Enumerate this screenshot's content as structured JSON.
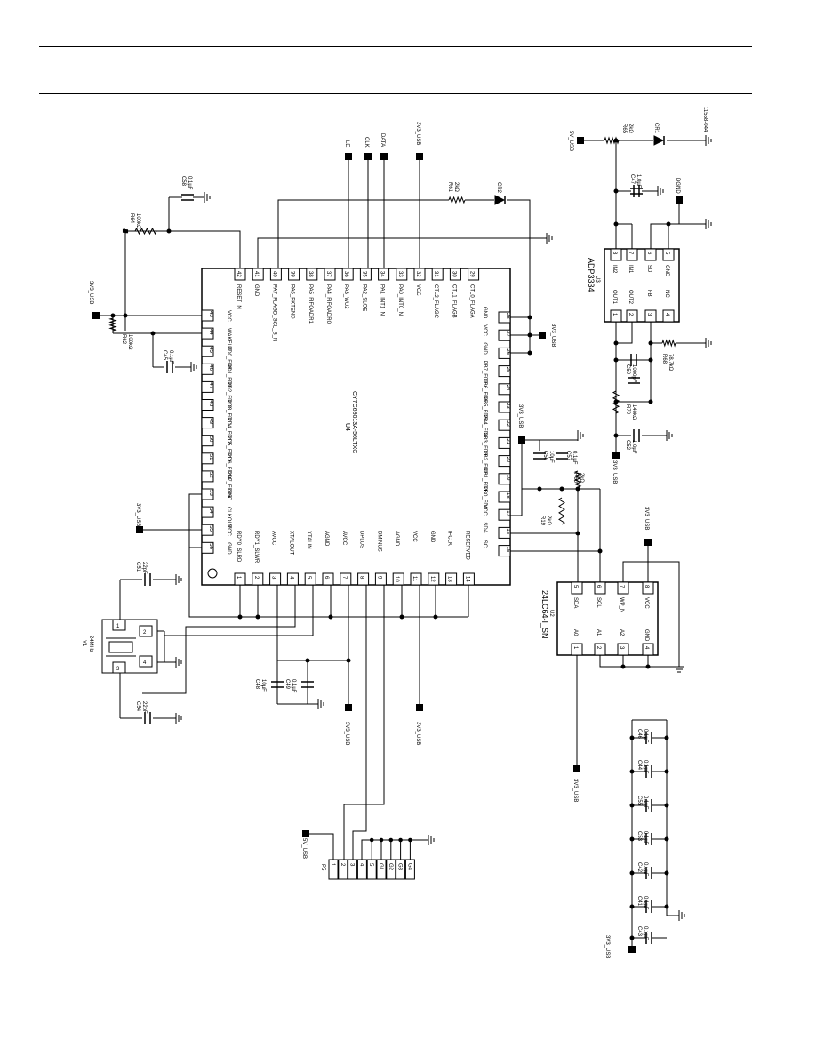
{
  "figure_id": "11558-044",
  "main_ic": {
    "part": "CY7C68013A-56LTXC",
    "ref": "U4",
    "top_pins": [
      {
        "num": "42",
        "name": "RESET_N"
      },
      {
        "num": "41",
        "name": "GND"
      },
      {
        "num": "40",
        "name": "PA7_FLAGD_SCL_S_N"
      },
      {
        "num": "39",
        "name": "PA6_PKTEND"
      },
      {
        "num": "38",
        "name": "PA5_FIFOADR1"
      },
      {
        "num": "37",
        "name": "PA4_FIFOADR0"
      },
      {
        "num": "36",
        "name": "PA3_WU2"
      },
      {
        "num": "35",
        "name": "PA2_SLOE"
      },
      {
        "num": "34",
        "name": "PA1_INT1_N"
      },
      {
        "num": "33",
        "name": "PA0_INT0_N"
      },
      {
        "num": "32",
        "name": "VCC"
      },
      {
        "num": "31",
        "name": "CTL2_FLAGC"
      },
      {
        "num": "30",
        "name": "CTL1_FLAGB"
      },
      {
        "num": "29",
        "name": "CTL0_FLAGA"
      }
    ],
    "left_pins": [
      {
        "num": "43",
        "name": "VCC"
      },
      {
        "num": "44",
        "name": "WAKEUP"
      },
      {
        "num": "45",
        "name": "PD0_FD8"
      },
      {
        "num": "46",
        "name": "PD1_FD9"
      },
      {
        "num": "47",
        "name": "PD2_FD10"
      },
      {
        "num": "48",
        "name": "PD3_FD11"
      },
      {
        "num": "49",
        "name": "PD4_FD12"
      },
      {
        "num": "50",
        "name": "PD5_FD13"
      },
      {
        "num": "51",
        "name": "PD6_FD14"
      },
      {
        "num": "52",
        "name": "PD7_FD15"
      },
      {
        "num": "53",
        "name": "GND"
      },
      {
        "num": "54",
        "name": "CLKOUT"
      },
      {
        "num": "55",
        "name": "VCC"
      },
      {
        "num": "56",
        "name": "GND"
      }
    ],
    "right_pins": [
      {
        "num": "28",
        "name": "GND"
      },
      {
        "num": "27",
        "name": "VCC"
      },
      {
        "num": "26",
        "name": "GND"
      },
      {
        "num": "25",
        "name": "PB7_FD7"
      },
      {
        "num": "24",
        "name": "PB6_FD6"
      },
      {
        "num": "23",
        "name": "PB5_FD5"
      },
      {
        "num": "22",
        "name": "PB4_FD4"
      },
      {
        "num": "21",
        "name": "PB3_FD3"
      },
      {
        "num": "20",
        "name": "PB2_FD2"
      },
      {
        "num": "19",
        "name": "PB1_FD1"
      },
      {
        "num": "18",
        "name": "PB0_FD0"
      },
      {
        "num": "17",
        "name": "VCC"
      },
      {
        "num": "16",
        "name": "SDA"
      },
      {
        "num": "15",
        "name": "SCL"
      }
    ],
    "bottom_pins": [
      {
        "num": "1",
        "name": "RDY0_SLRD"
      },
      {
        "num": "2",
        "name": "RDY1_SLWR"
      },
      {
        "num": "3",
        "name": "AVCC"
      },
      {
        "num": "4",
        "name": "XTALOUT"
      },
      {
        "num": "5",
        "name": "XTALIN"
      },
      {
        "num": "6",
        "name": "AGND"
      },
      {
        "num": "7",
        "name": "AVCC"
      },
      {
        "num": "8",
        "name": "DPLUS"
      },
      {
        "num": "9",
        "name": "DMINUS"
      },
      {
        "num": "10",
        "name": "AGND"
      },
      {
        "num": "11",
        "name": "VCC"
      },
      {
        "num": "12",
        "name": "GND"
      },
      {
        "num": "13",
        "name": "IFCLK"
      },
      {
        "num": "14",
        "name": "RESERVED"
      }
    ]
  },
  "ldo": {
    "part": "ADP3334",
    "ref": "U3",
    "top_pins": [
      {
        "num": "8",
        "name": "IN2"
      },
      {
        "num": "7",
        "name": "IN1"
      },
      {
        "num": "6",
        "name": "SD"
      },
      {
        "num": "5",
        "name": "GND"
      }
    ],
    "bottom_pins": [
      {
        "num": "1",
        "name": "OUT1"
      },
      {
        "num": "2",
        "name": "OUT2"
      },
      {
        "num": "3",
        "name": "FB"
      },
      {
        "num": "4",
        "name": "NC"
      }
    ]
  },
  "eeprom": {
    "part": "24LC64-I_SN",
    "ref": "U2",
    "top_pins": [
      {
        "num": "5",
        "name": "SDA"
      },
      {
        "num": "6",
        "name": "SCL"
      },
      {
        "num": "7",
        "name": "WP_N"
      },
      {
        "num": "8",
        "name": "VCC"
      }
    ],
    "bottom_pins": [
      {
        "num": "1",
        "name": "A0"
      },
      {
        "num": "2",
        "name": "A1"
      },
      {
        "num": "3",
        "name": "A2"
      },
      {
        "num": "4",
        "name": "GND"
      }
    ]
  },
  "crystal": {
    "ref": "Y1",
    "value": "24MHz",
    "pins": [
      "1",
      "2",
      "3",
      "4"
    ]
  },
  "connector": {
    "ref": "P5",
    "pins": [
      "1",
      "2",
      "3",
      "4",
      "5",
      "G1",
      "G2",
      "G3",
      "G4"
    ]
  },
  "nets": {
    "v33": "3V3_USB",
    "v5": "5V_USB",
    "dgnd": "DGND",
    "le": "LE",
    "clk": "CLK",
    "data": "DATA"
  },
  "components": {
    "c58": {
      "ref": "C58",
      "value": "0.1µF"
    },
    "r64": {
      "ref": "R64",
      "value": "100kΩ"
    },
    "r62": {
      "ref": "R62",
      "value": "100kΩ"
    },
    "c45": {
      "ref": "C45",
      "value": "0.1µF"
    },
    "r61": {
      "ref": "R61",
      "value": "2kΩ"
    },
    "cr2": {
      "ref": "CR2"
    },
    "c51": {
      "ref": "C51",
      "value": "22pF"
    },
    "c54": {
      "ref": "C54",
      "value": "22pF"
    },
    "c48": {
      "ref": "C48",
      "value": "10µF"
    },
    "c49": {
      "ref": "C49",
      "value": "0.1µF"
    },
    "c56": {
      "ref": "C56",
      "value": "10µF"
    },
    "c57": {
      "ref": "C57",
      "value": "0.1µF"
    },
    "r60": {
      "ref": "R60",
      "value": "2kΩ"
    },
    "r19": {
      "ref": "R19",
      "value": "2kΩ"
    },
    "r65": {
      "ref": "R65",
      "value": "2kΩ"
    },
    "cr1": {
      "ref": "CR1"
    },
    "c47": {
      "ref": "C47",
      "value": "1.0µF"
    },
    "c50": {
      "ref": "C50",
      "value": "1000pF"
    },
    "r68": {
      "ref": "R68",
      "value": "78.7kΩ"
    },
    "r70": {
      "ref": "R70",
      "value": "140kΩ"
    },
    "c52": {
      "ref": "C52",
      "value": "1.0µF"
    },
    "c46": {
      "ref": "C46",
      "value": "0.1µF"
    },
    "c44": {
      "ref": "C44",
      "value": "0.1µF"
    },
    "c55": {
      "ref": "C55",
      "value": "0.1µF"
    },
    "c53": {
      "ref": "C53",
      "value": "0.1µF"
    },
    "c42": {
      "ref": "C42",
      "value": "0.1µF"
    },
    "c41": {
      "ref": "C41",
      "value": "0.1µF"
    },
    "c43": {
      "ref": "C43",
      "value": "0.1µF"
    }
  }
}
